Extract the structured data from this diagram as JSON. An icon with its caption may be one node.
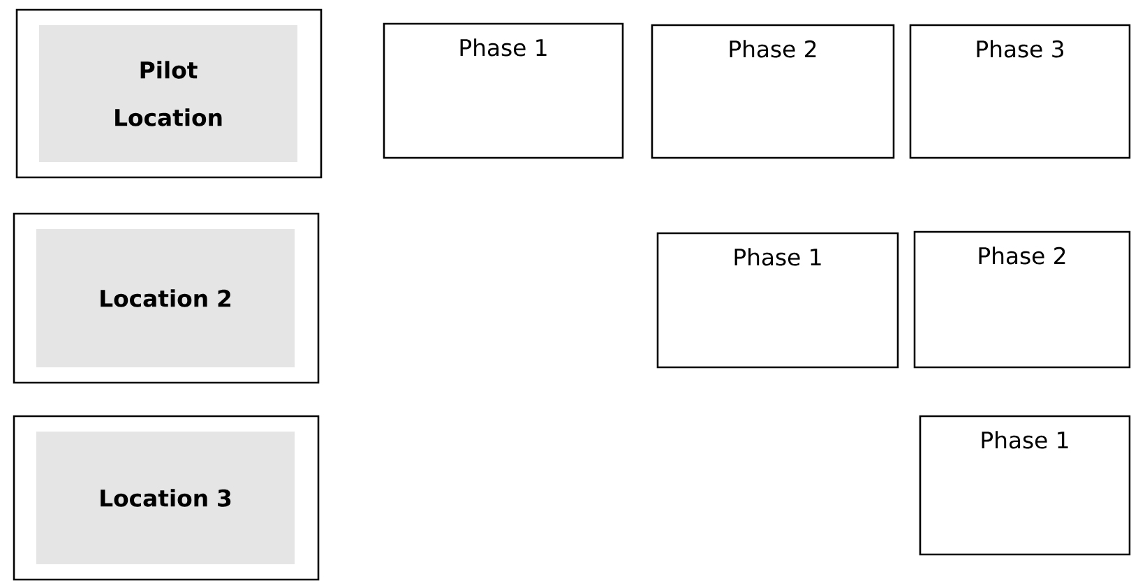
{
  "diagram": {
    "nodes": [
      {
        "text": [],
        "shape": "box"
      },
      {
        "text": [
          "Pilot Location"
        ],
        "in": 0
      },
      {
        "text": [
          "Phase 1"
        ]
      },
      {
        "text": [
          "Phase 2"
        ]
      },
      {
        "text": [
          "Phase 3"
        ]
      },
      {
        "text": [],
        "shape": "box"
      },
      {
        "text": [
          "Location 2"
        ],
        "in": 5
      },
      {
        "text": [
          "Phase 1"
        ]
      },
      {
        "text": [
          "Phase 2"
        ]
      },
      {
        "text": [],
        "shape": "box"
      },
      {
        "text": [
          "Location 3"
        ],
        "in": 9
      },
      {
        "text": [
          "Phase 1"
        ]
      }
    ]
  }
}
